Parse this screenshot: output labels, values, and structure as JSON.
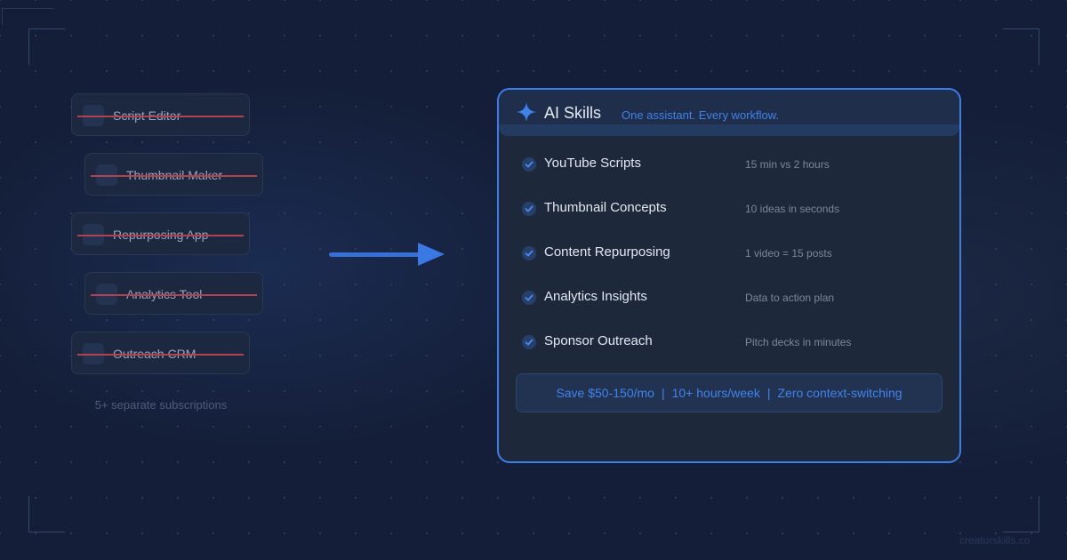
{
  "left_panel": {
    "tools": [
      {
        "label": "Script Editor"
      },
      {
        "label": "Thumbnail Maker"
      },
      {
        "label": "Repurposing App"
      },
      {
        "label": "Analytics Tool"
      },
      {
        "label": "Outreach CRM"
      }
    ],
    "caption": "5+ separate subscriptions"
  },
  "arrow": {
    "icon": "arrow-right-icon",
    "color": "#3a78e3"
  },
  "card": {
    "icon": "sparkle-icon",
    "title": "AI Skills",
    "tagline": "One assistant. Every workflow.",
    "skills": [
      {
        "name": "YouTube Scripts",
        "benefit": "15 min vs 2 hours"
      },
      {
        "name": "Thumbnail Concepts",
        "benefit": "10 ideas in seconds"
      },
      {
        "name": "Content Repurposing",
        "benefit": "1 video = 15 posts"
      },
      {
        "name": "Analytics Insights",
        "benefit": "Data to action plan"
      },
      {
        "name": "Sponsor Outreach",
        "benefit": "Pitch decks in minutes"
      }
    ],
    "savings": {
      "items": [
        "Save $50-150/mo",
        "10+ hours/week",
        "Zero context-switching"
      ],
      "separator": "|"
    }
  },
  "footer": {
    "brand": "creatorskills.co"
  },
  "colors": {
    "accent": "#3b7ee8",
    "strike": "#b2424d",
    "background": "#141e38",
    "card": "#1e283b"
  }
}
